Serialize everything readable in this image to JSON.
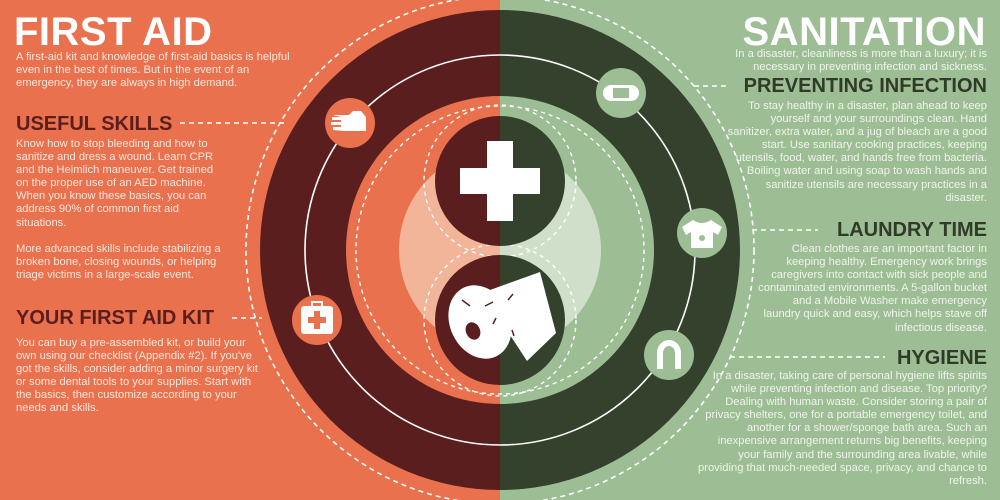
{
  "first_aid": {
    "title": "FIRST AID",
    "intro": "A first-aid kit and knowledge of first-aid basics is helpful even in the best of times. But in the event of an emergency, they are always in high demand.",
    "useful_skills": {
      "heading": "USEFUL SKILLS",
      "body1": "Know how to stop bleeding and how to sanitize and dress a wound.  Learn CPR and the Heimlich maneuver. Get trained on the proper use of an AED machine. When you know these basics, you can address 90% of common first aid situations.",
      "body2": "More advanced skills include stabilizing a broken bone, closing wounds, or helping triage victims in a large-scale event."
    },
    "kit": {
      "heading": "YOUR FIRST AID KIT",
      "body": "You can buy a pre-assembled kit, or build your own using our checklist (Appendix #2). If you've got the skills, consider adding a minor surgery kit or some dental tools to your supplies. Start with the basics, then customize according to your needs and skills."
    }
  },
  "sanitation": {
    "title": "SANITATION",
    "intro": "In a disaster, cleanliness is more than a luxury; it is necessary in preventing infection and sickness.",
    "preventing_infection": {
      "heading": "PREVENTING INFECTION",
      "body": "To stay healthy in a disaster, plan ahead to keep yourself and your surroundings clean. Hand sanitizer, extra water, and a jug of bleach are a good start. Use sanitary cooking practices, keeping utensils, food, water, and hands free from bacteria. Boiling water and using soap to wash hands and sanitize utensils are necessary practices in a disaster."
    },
    "laundry": {
      "heading": "LAUNDRY TIME",
      "body": "Clean clothes are an important factor in keeping healthy. Emergency work brings caregivers into contact with sick people and contaminated environments. A 5-gallon bucket and a Mobile Washer make emergency laundry quick and easy, which helps stave off infectious disease."
    },
    "hygiene": {
      "heading": "HYGIENE",
      "body": "In a disaster, taking care of personal hygiene lifts spirits while preventing infection and disease. Top priority? Dealing with human waste. Consider storing a pair of privacy shelters, one for a portable emergency toilet, and another for a shower/sponge bath area.  Such an inexpensive arrangement returns big benefits, keeping your family and the surrounding area livable, while providing that much-needed space, privacy, and chance to refresh."
    }
  },
  "colors": {
    "orange": "#e9714e",
    "maroon": "#5a1e1e",
    "green": "#9dbe94",
    "dark_green": "#34412c"
  },
  "icons": [
    "hand-icon",
    "first-aid-kit-icon",
    "bandage-icon",
    "shirt-icon",
    "horseshoe-icon",
    "medical-cross-icon",
    "toilet-paper-icon"
  ]
}
